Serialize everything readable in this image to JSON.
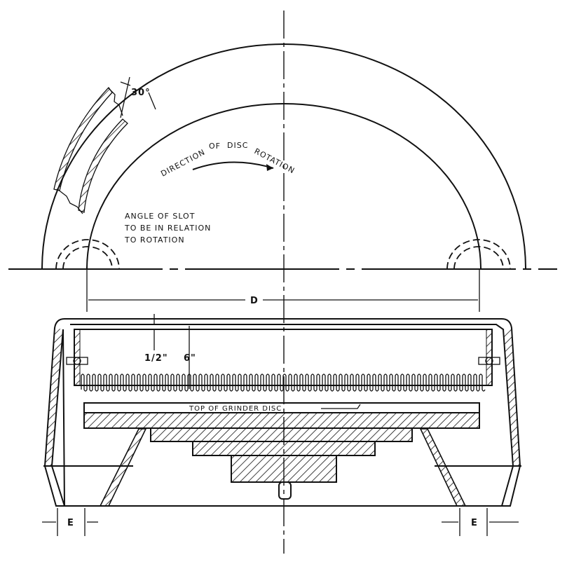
{
  "plan_view": {
    "angle_label": "30°",
    "rotation_words": [
      "DIRECTION",
      "OF",
      "DISC",
      "ROTATION"
    ],
    "slot_note": [
      "ANGLE OF SLOT",
      "TO BE IN RELATION",
      "TO ROTATION"
    ]
  },
  "section_view": {
    "diameter_label": "D",
    "gap_label": "1/2\"",
    "height_label": "6\"",
    "disc_label": "TOP OF GRINDER DISC",
    "clearance_left_label": "E",
    "clearance_right_label": "E"
  }
}
